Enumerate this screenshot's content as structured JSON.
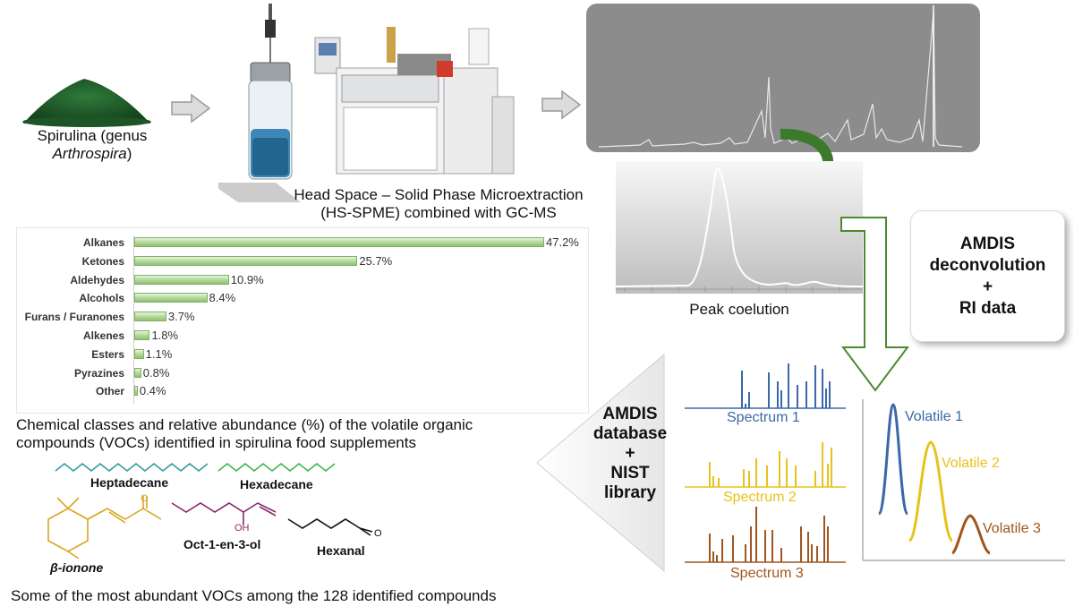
{
  "sample": {
    "label_line1": "Spirulina (genus",
    "label_line2": "Arthrospira",
    "label_line2_suffix": ")"
  },
  "extraction": {
    "line1": "Head Space – Solid Phase Microextraction",
    "line2": "(HS-SPME) combined with GC-MS"
  },
  "peak_coelution_label": "Peak coelution",
  "deconvolution_box": {
    "line1": "AMDIS",
    "line2": "deconvolution",
    "line3": "+",
    "line4": "RI data"
  },
  "library_box": {
    "line1": "AMDIS",
    "line2": "database",
    "line3": "+",
    "line4": "NIST",
    "line5": "library"
  },
  "spectra": [
    {
      "label": "Spectrum 1",
      "color": "#3a68a8"
    },
    {
      "label": "Spectrum 2",
      "color": "#e8c21a"
    },
    {
      "label": "Spectrum 3",
      "color": "#a0561e"
    }
  ],
  "volatiles": [
    {
      "label": "Volatile 1",
      "color": "#3a68a8"
    },
    {
      "label": "Volatile 2",
      "color": "#e8c21a"
    },
    {
      "label": "Volatile 3",
      "color": "#a0561e"
    }
  ],
  "chart_caption": {
    "line1": "Chemical classes and relative abundance (%) of the volatile organic",
    "line2": "compounds (VOCs) identified in spirulina food supplements"
  },
  "molecules": {
    "heptadecane": "Heptadecane",
    "hexadecane": "Hexadecane",
    "ionone_prefix": "β",
    "ionone_suffix": "-ionone",
    "octenol": "Oct-1-en-3-ol",
    "hexanal": "Hexanal",
    "oh": "OH",
    "o_ketone": "O",
    "o_aldehyde": "O"
  },
  "molecule_colors": {
    "heptadecane": "#2f9ea3",
    "hexadecane": "#3db84a",
    "ionone": "#d9a520",
    "octenol": "#8a2a6b",
    "hexanal": "#111111"
  },
  "bottom_caption": "Some of the most abundant VOCs among the 128 identified compounds",
  "chart_data": {
    "type": "bar",
    "orientation": "horizontal",
    "categories": [
      "Alkanes",
      "Ketones",
      "Aldehydes",
      "Alcohols",
      "Furans / Furanones",
      "Alkenes",
      "Esters",
      "Pyrazines",
      "Other"
    ],
    "values": [
      47.2,
      25.7,
      10.9,
      8.4,
      3.7,
      1.8,
      1.1,
      0.8,
      0.4
    ],
    "value_labels": [
      "47.2%",
      "25.7%",
      "10.9%",
      "8.4%",
      "3.7%",
      "1.8%",
      "1.1%",
      "0.8%",
      "0.4%"
    ],
    "xlim": [
      0,
      47.2
    ],
    "grid": false,
    "bar_color": "#a9d18e"
  }
}
